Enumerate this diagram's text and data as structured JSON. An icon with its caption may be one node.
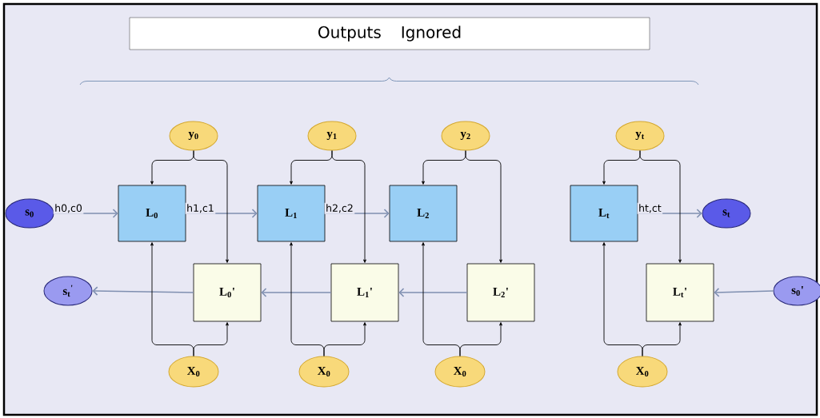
{
  "diagram": {
    "nodes": [
      {
        "text": [
          "Outputs Ignored"
        ]
      },
      {
        "text": [
          "y$_{0}$"
        ]
      },
      {
        "text": [
          "y$_{1}$"
        ]
      },
      {
        "text": [
          "y$_{2}$"
        ]
      },
      {
        "text": [
          "y$_{t}$"
        ]
      },
      {
        "text": [
          "s$_{0}$"
        ]
      },
      {
        "text": [
          "L$_{0}$"
        ]
      },
      {
        "text": [
          "L$_{1}$"
        ]
      },
      {
        "text": [
          "L$_{2}$"
        ]
      },
      {
        "text": [
          "L$_{t}$"
        ]
      },
      {
        "text": [
          "s$_{t}$"
        ]
      },
      {
        "text": [
          "s$_{t}$$^{'}$"
        ]
      },
      {
        "text": [
          "L$_{0}$'"
        ]
      },
      {
        "text": [
          "L$_{1}$'"
        ]
      },
      {
        "text": [
          "L$_{2}$'"
        ]
      },
      {
        "text": [
          "L$_{t}$'"
        ]
      },
      {
        "text": [
          "s$_{0}$'"
        ]
      },
      {
        "text": [
          "X$_{0}$"
        ]
      },
      {
        "text": [
          "X$_{0}$"
        ]
      },
      {
        "text": [
          "X$_{0}$"
        ]
      },
      {
        "text": [
          "X$_{0}$"
        ]
      }
    ],
    "edges": [
      {
        "from": 5,
        "to": 6,
        "arrow": "to",
        "label": "h0,c0",
        "color": "#7f8fb0"
      },
      {
        "from": 6,
        "to": 7,
        "arrow": "to",
        "label": "h1,c1",
        "color": "#7f8fb0"
      },
      {
        "from": 7,
        "to": 8,
        "arrow": "to",
        "label": "h2,c2",
        "color": "#7f8fb0"
      },
      {
        "from": 9,
        "to": 10,
        "arrow": "to",
        "label": "ht,ct",
        "color": "#7f8fb0"
      },
      {
        "from": 12,
        "to": 11,
        "arrow": "to",
        "color": "#7f8fb0"
      },
      {
        "from": 13,
        "to": 12,
        "arrow": "to",
        "color": "#7f8fb0"
      },
      {
        "from": 14,
        "to": 13,
        "arrow": "to",
        "color": "#7f8fb0"
      },
      {
        "from": 16,
        "to": 15,
        "arrow": "to",
        "color": "#7f8fb0"
      },
      {
        "from": 1,
        "to": 6,
        "arrow": "to"
      },
      {
        "from": 1,
        "to": 12,
        "arrow": "to"
      },
      {
        "from": 2,
        "to": 7,
        "arrow": "to"
      },
      {
        "from": 2,
        "to": 13,
        "arrow": "to"
      },
      {
        "from": 3,
        "to": 8,
        "arrow": "to"
      },
      {
        "from": 3,
        "to": 14,
        "arrow": "to"
      },
      {
        "from": 4,
        "to": 9,
        "arrow": "to"
      },
      {
        "from": 4,
        "to": 15,
        "arrow": "to"
      },
      {
        "from": 17,
        "to": 6,
        "arrow": "to"
      },
      {
        "from": 17,
        "to": 12,
        "arrow": "to"
      },
      {
        "from": 18,
        "to": 7,
        "arrow": "to"
      },
      {
        "from": 18,
        "to": 13,
        "arrow": "to"
      },
      {
        "from": 19,
        "to": 8,
        "arrow": "to"
      },
      {
        "from": 19,
        "to": 14,
        "arrow": "to"
      },
      {
        "from": 20,
        "to": 9,
        "arrow": "to"
      },
      {
        "from": 20,
        "to": 15,
        "arrow": "to"
      }
    ]
  }
}
